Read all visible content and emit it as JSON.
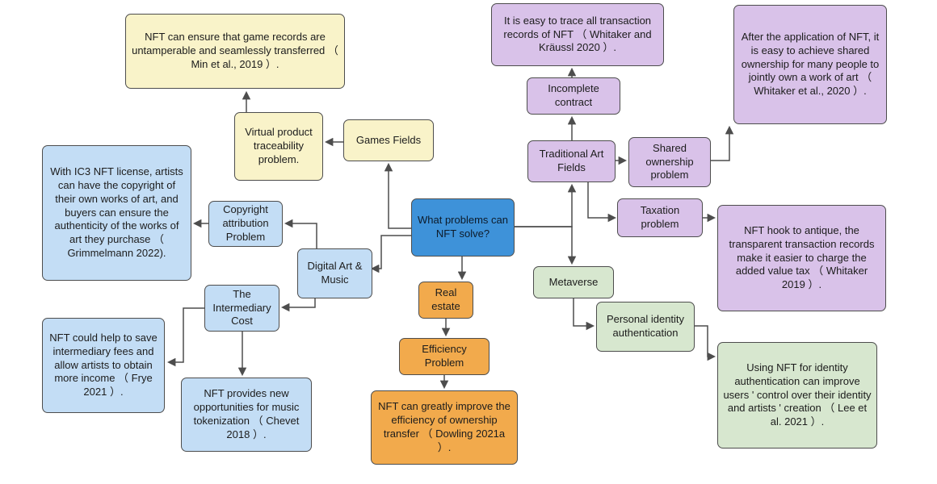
{
  "diagram_title": "What problems can NFT solve - concept map",
  "colors": {
    "games_branch": "#f9f3c9",
    "traditional_art_branch": "#d9c2e9",
    "digital_art_branch": "#c3ddf5",
    "real_estate_branch": "#f2aa4c",
    "metaverse_branch": "#d7e7cf",
    "center_node": "#3e92d9",
    "line": "#4d4d4d"
  },
  "nodes": {
    "center": "What problems can NFT solve?",
    "games_fields": "Games Fields",
    "virtual_product": "Virtual product traceability problem.",
    "games_detail": "NFT can ensure that game records are untamperable and seamlessly transferred （ Min et al., 2019 ）.",
    "incomplete_contract": "Incomplete contract",
    "incomplete_detail": "It is easy to trace all transaction records of NFT （ Whitaker and Kräussl 2020 ）.",
    "traditional_art": "Traditional Art Fields",
    "shared_ownership": "Shared ownership problem",
    "shared_detail": "After the application of NFT, it is easy to achieve shared ownership for many people to jointly own a work of art （ Whitaker et al., 2020 ）.",
    "taxation": "Taxation problem",
    "taxation_detail": "NFT hook to antique, the transparent transaction records make it easier to charge the added value tax （ Whitaker 2019 ）.",
    "copyright": "Copyright attribution Problem",
    "copyright_detail": "With IC3 NFT license, artists can have the copyright of their own works of art, and buyers can ensure the authenticity of the works of art they purchase （ Grimmelmann 2022).",
    "digital_art": "Digital Art & Music",
    "intermediary": "The Intermediary Cost",
    "intermediary_detail_frye": "NFT could help to save intermediary fees and allow artists to obtain more income （ Frye 2021 ）.",
    "intermediary_detail_chevet": "NFT provides new opportunities for music tokenization （ Chevet 2018 ）.",
    "real_estate": "Real estate",
    "efficiency": "Efficiency Problem",
    "efficiency_detail": "NFT can greatly improve the efficiency of ownership transfer （ Dowling 2021a ）.",
    "metaverse": "Metaverse",
    "personal_identity": "Personal identity authentication",
    "identity_detail": "Using NFT for identity authentication can improve users ' control over their identity and artists ' creation （ Lee et al. 2021 ）."
  }
}
